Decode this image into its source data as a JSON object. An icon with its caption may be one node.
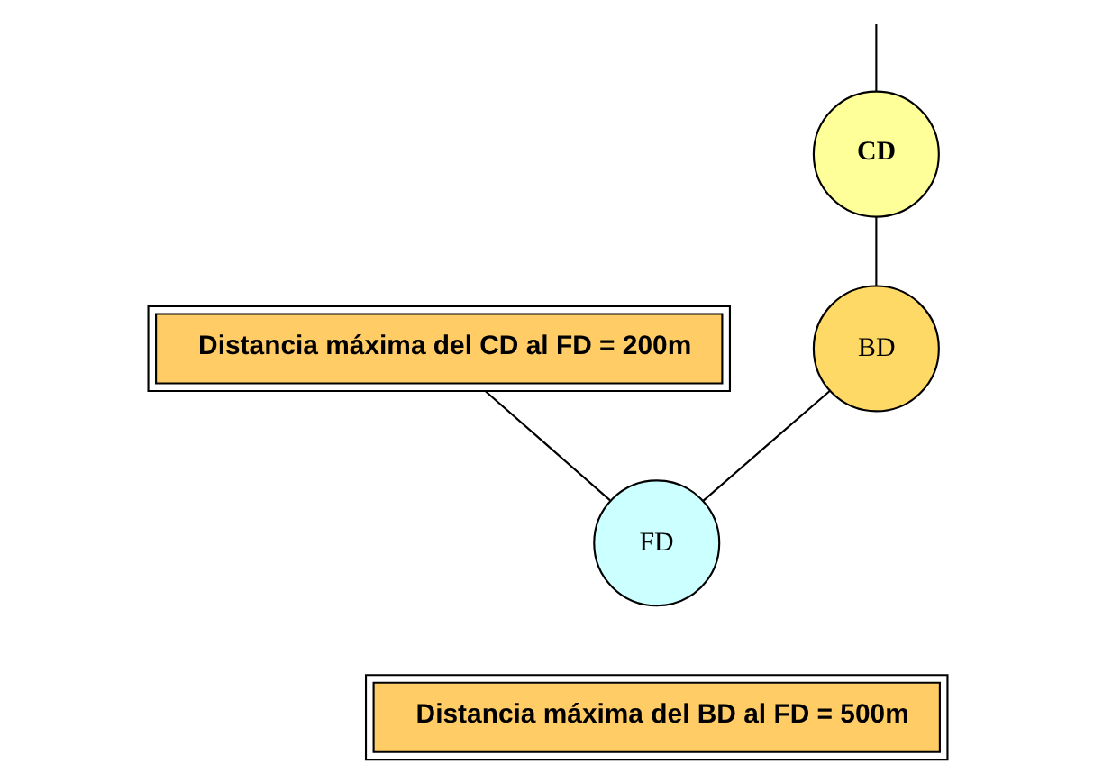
{
  "diagram": {
    "nodes": [
      {
        "text": [
          "Distancia máxima del CD al FD = 200m"
        ]
      },
      {
        "text": [
          "CD"
        ]
      },
      {
        "text": [
          "BD"
        ]
      },
      {
        "text": [
          "FD"
        ]
      },
      {
        "text": [
          "Distancia máxima del BD al FD = 500m"
        ]
      }
    ],
    "edges": [
      {
        "from": null,
        "to": 1,
        "arrow": "none"
      },
      {
        "from": 1,
        "to": 2,
        "arrow": "none"
      },
      {
        "from": 2,
        "to": 3,
        "arrow": "none"
      },
      {
        "from": 0,
        "to": 3,
        "arrow": "none"
      }
    ]
  }
}
